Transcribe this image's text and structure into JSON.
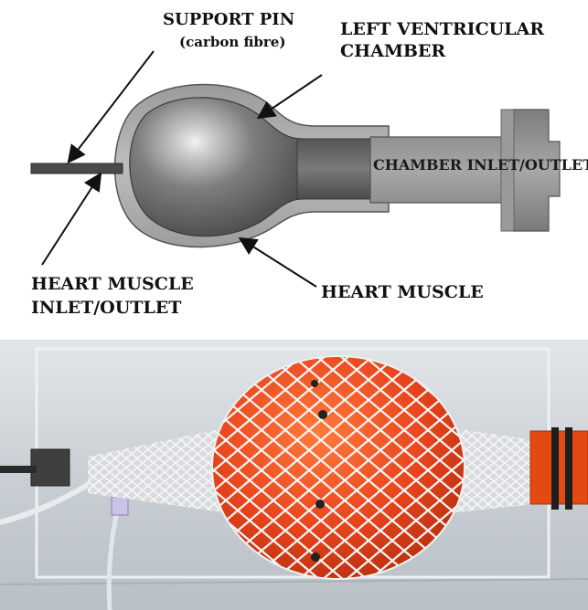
{
  "labels": {
    "support_pin": "SUPPORT PIN",
    "support_pin_note": "(carbon fibre)",
    "left_ventricular_line1": "LEFT VENTRICULAR",
    "left_ventricular_line2": "CHAMBER",
    "chamber_inlet_outlet": "CHAMBER INLET/OUTLET",
    "heart_muscle": "HEART MUSCLE",
    "heart_muscle_inlet_line1": "HEART MUSCLE",
    "heart_muscle_inlet_line2": "INLET/OUTLET"
  },
  "colors": {
    "muscle_shell": "#a9a9a9",
    "chamber_body": "#6a6a6a",
    "connector": "#8c8c8c",
    "balloon": "#e8441c",
    "mesh": "#f4f4f4",
    "tank": "#cdd3d8"
  }
}
